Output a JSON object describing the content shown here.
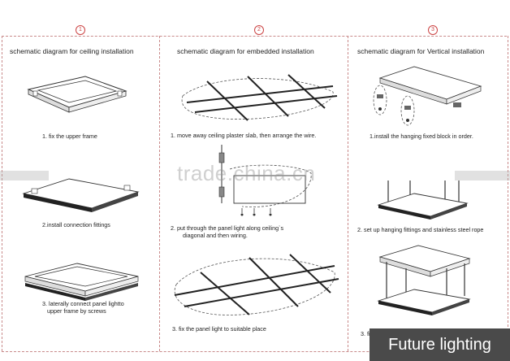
{
  "panels": [
    {
      "number": "1",
      "title": "schematic diagram for ceiling installation",
      "steps": [
        "1. fix the upper frame",
        "2.install connection fittings",
        "3. laterally connect panel lightto",
        "upper frame by screws"
      ]
    },
    {
      "number": "2",
      "title": "schematic diagram for embedded installation",
      "steps": [
        "1.   move away ceiling plaster slab, then arrange the wire.",
        "2.   put through the panel light along ceiling`s",
        "diagonal and then wiring.",
        "3.      fix the panel light to suitable place"
      ]
    },
    {
      "number": "3",
      "title": "schematic diagram for Vertical  installation",
      "steps": [
        "1.install the hanging fixed block in order.",
        "2.  set up hanging fittings and stainless steel rope",
        "3. fi"
      ]
    }
  ],
  "watermark": "trade.china.cn",
  "brand": "Future lighting"
}
